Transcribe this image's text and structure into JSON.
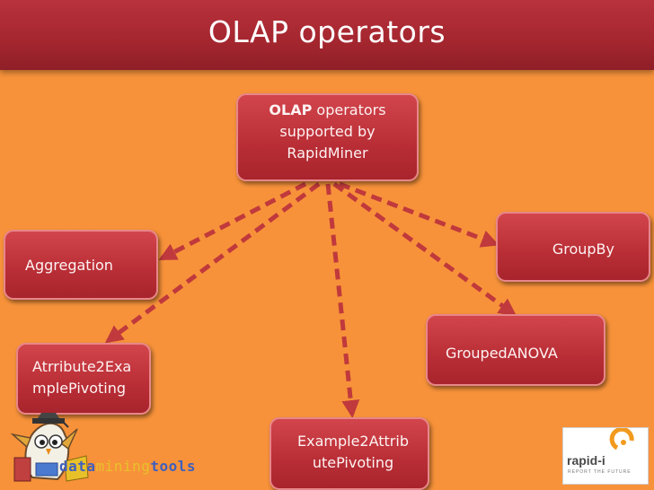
{
  "title": "OLAP operators",
  "root": {
    "bold": "OLAP",
    "line1": " operators",
    "line2": "supported by",
    "line3": "RapidMiner"
  },
  "operators": {
    "aggregation": "Aggregation",
    "groupby": "GroupBy",
    "grouped_anova": "GroupedANOVA",
    "attribute2example_line1": "Atrribute2Exa",
    "attribute2example_line2": "mplePivoting",
    "example2attribute_line1": "Example2Attrib",
    "example2attribute_line2": "utePivoting"
  },
  "logos": {
    "dataminingtools": {
      "part1": "data",
      "part2": "mining",
      "part3": "tools"
    },
    "rapid_i": {
      "name": "rapid-i",
      "tagline": "REPORT THE FUTURE"
    }
  },
  "colors": {
    "background": "#f7923a",
    "title_bar": "#a4262f",
    "node_fill": "#bb2f37",
    "arrow": "#c0393c"
  }
}
